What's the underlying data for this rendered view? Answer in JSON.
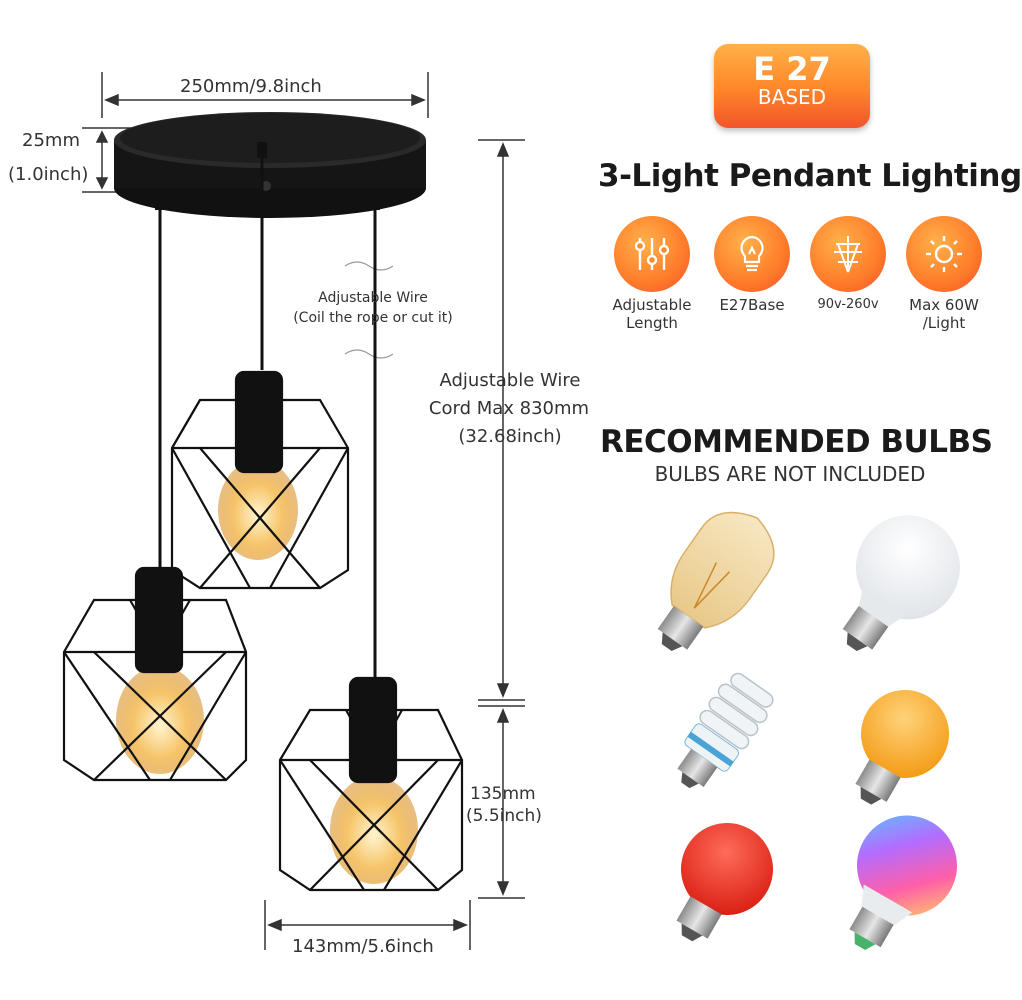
{
  "dimensions": {
    "width_label": "250mm/9.8inch",
    "canopy_height_mm": "25mm",
    "canopy_height_in": "(1.0inch)",
    "wire_note_1": "Adjustable Wire",
    "wire_note_2": "(Coil the rope or cut it)",
    "cord_1": "Adjustable Wire",
    "cord_2": "Cord Max 830mm",
    "cord_3": "(32.68inch)",
    "shade_height_mm": "135mm",
    "shade_height_in": "(5.5inch)",
    "shade_width": "143mm/5.6inch"
  },
  "badge": {
    "line1": "E 27",
    "line2": "BASED"
  },
  "title": "3-Light Pendant Lighting",
  "features": [
    {
      "icon": "sliders-icon",
      "label": "Adjustable Length"
    },
    {
      "icon": "bulb-icon",
      "label": "E27Base"
    },
    {
      "icon": "voltage-icon",
      "label": "90v-260v"
    },
    {
      "icon": "sun-icon",
      "label": "Max 60W /Light"
    }
  ],
  "recommended": {
    "heading": "RECOMMENDED BULBS",
    "subheading": "BULBS ARE NOT INCLUDED"
  },
  "colors": {
    "accent": "#ff7c2a",
    "accent_dark": "#f0502a",
    "bulb_glow": "#f6c56a"
  }
}
